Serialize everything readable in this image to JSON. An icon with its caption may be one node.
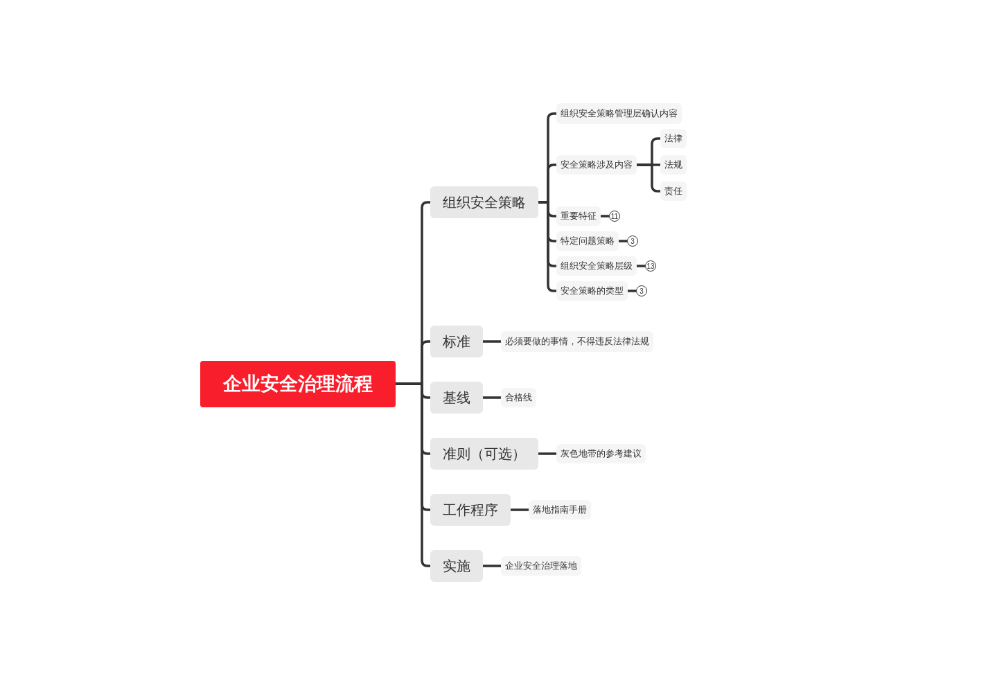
{
  "diagram": {
    "nodes": [
      {
        "text": [
          "企业安全治理流程"
        ]
      },
      {
        "text": [
          "组织安全策略"
        ]
      },
      {
        "text": [
          "组织安全策略管理层确认内容"
        ]
      },
      {
        "text": [
          "安全策略涉及内容"
        ]
      },
      {
        "text": [
          "法律"
        ]
      },
      {
        "text": [
          "法规"
        ]
      },
      {
        "text": [
          "责任"
        ]
      },
      {
        "text": [
          "重要特征"
        ]
      },
      {
        "text": [
          "11"
        ]
      },
      {
        "text": [
          "特定问题策略"
        ]
      },
      {
        "text": [
          "3"
        ]
      },
      {
        "text": [
          "组织安全策略层级"
        ]
      },
      {
        "text": [
          "13"
        ]
      },
      {
        "text": [
          "安全策略的类型"
        ]
      },
      {
        "text": [
          "3"
        ]
      },
      {
        "text": [
          "标准"
        ]
      },
      {
        "text": [
          "必须要做的事情，不得违反法律法规"
        ]
      },
      {
        "text": [
          "基线"
        ]
      },
      {
        "text": [
          "合格线"
        ]
      },
      {
        "text": [
          "准则（可选）"
        ]
      },
      {
        "text": [
          "灰色地带的参考建议"
        ]
      },
      {
        "text": [
          "工作程序"
        ]
      },
      {
        "text": [
          "落地指南手册"
        ]
      },
      {
        "text": [
          "实施"
        ]
      },
      {
        "text": [
          "企业安全治理落地"
        ]
      }
    ],
    "edges": [
      {
        "from": 0,
        "to": 1,
        "arrow": "none"
      },
      {
        "from": 0,
        "to": 15,
        "arrow": "none"
      },
      {
        "from": 0,
        "to": 17,
        "arrow": "none"
      },
      {
        "from": 0,
        "to": 19,
        "arrow": "none"
      },
      {
        "from": 0,
        "to": 21,
        "arrow": "none"
      },
      {
        "from": 0,
        "to": 23,
        "arrow": "none"
      },
      {
        "from": 1,
        "to": 2,
        "arrow": "none"
      },
      {
        "from": 1,
        "to": 3,
        "arrow": "none"
      },
      {
        "from": 1,
        "to": 7,
        "arrow": "none"
      },
      {
        "from": 1,
        "to": 9,
        "arrow": "none"
      },
      {
        "from": 1,
        "to": 11,
        "arrow": "none"
      },
      {
        "from": 1,
        "to": 13,
        "arrow": "none"
      },
      {
        "from": 3,
        "to": 4,
        "arrow": "none"
      },
      {
        "from": 3,
        "to": 5,
        "arrow": "none"
      },
      {
        "from": 3,
        "to": 6,
        "arrow": "none"
      },
      {
        "from": 7,
        "to": 8,
        "arrow": "none"
      },
      {
        "from": 9,
        "to": 10,
        "arrow": "none"
      },
      {
        "from": 11,
        "to": 12,
        "arrow": "none"
      },
      {
        "from": 13,
        "to": 14,
        "arrow": "none"
      },
      {
        "from": 15,
        "to": 16,
        "arrow": "none"
      },
      {
        "from": 17,
        "to": 18,
        "arrow": "none"
      },
      {
        "from": 19,
        "to": 20,
        "arrow": "none"
      },
      {
        "from": 21,
        "to": 22,
        "arrow": "none"
      },
      {
        "from": 23,
        "to": 24,
        "arrow": "none"
      }
    ]
  }
}
